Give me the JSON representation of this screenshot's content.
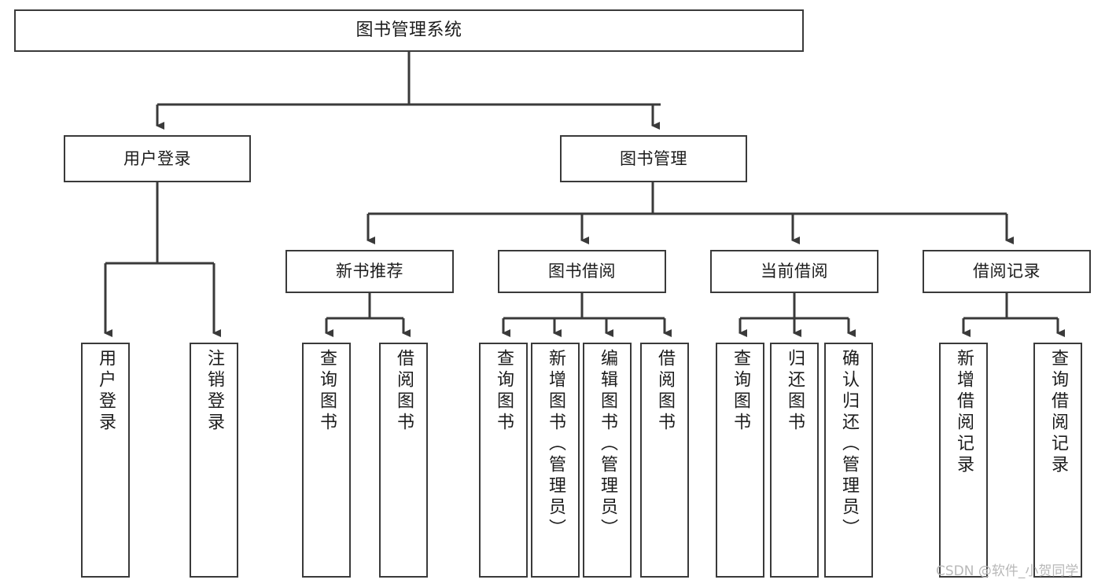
{
  "diagram": {
    "title": "图书管理系统",
    "type": "功能结构图",
    "root": {
      "id": "root",
      "label": "图书管理系统"
    },
    "level2": [
      {
        "id": "user-login",
        "label": "用户登录"
      },
      {
        "id": "book-manage",
        "label": "图书管理"
      }
    ],
    "level3": [
      {
        "id": "new-book-recommend",
        "label": "新书推荐"
      },
      {
        "id": "book-borrow",
        "label": "图书借阅"
      },
      {
        "id": "current-borrow",
        "label": "当前借阅"
      },
      {
        "id": "borrow-record",
        "label": "借阅记录"
      }
    ],
    "leaves": {
      "user_login": [
        {
          "id": "leaf-user-login",
          "label": "用户登录"
        },
        {
          "id": "leaf-logout-login",
          "label": "注销登录"
        }
      ],
      "new_book_recommend": [
        {
          "id": "leaf-query-book-1",
          "label": "查询图书"
        },
        {
          "id": "leaf-borrow-book-1",
          "label": "借阅图书"
        }
      ],
      "book_borrow": [
        {
          "id": "leaf-query-book-2",
          "label": "查询图书"
        },
        {
          "id": "leaf-add-book",
          "label": "新增图书（管理员）"
        },
        {
          "id": "leaf-edit-book",
          "label": "编辑图书（管理员）"
        },
        {
          "id": "leaf-borrow-book-2",
          "label": "借阅图书"
        }
      ],
      "current_borrow": [
        {
          "id": "leaf-query-book-3",
          "label": "查询图书"
        },
        {
          "id": "leaf-return-book",
          "label": "归还图书"
        },
        {
          "id": "leaf-confirm-return",
          "label": "确认归还（管理员）"
        }
      ],
      "borrow_record": [
        {
          "id": "leaf-add-record",
          "label": "新增借阅记录"
        },
        {
          "id": "leaf-query-record",
          "label": "查询借阅记录"
        }
      ]
    }
  },
  "watermark": {
    "text": "CSDN @软件_小贺同学"
  },
  "colors": {
    "background": "#ffffff",
    "box_border": "#3a3a3a",
    "box_fill": "#ffffff",
    "text": "#1c1c1c",
    "connector": "#3a3a3a",
    "watermark": "#b8b8b8"
  }
}
